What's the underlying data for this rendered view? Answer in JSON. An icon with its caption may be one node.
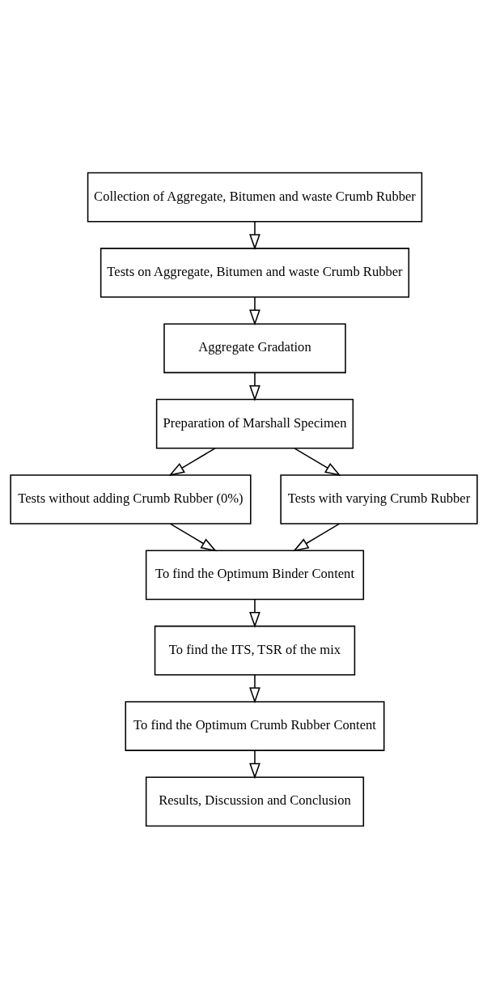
{
  "diagram": {
    "nodes": [
      {
        "text": [
          "Collection of Aggregate, Bitumen and waste Crumb Rubber"
        ]
      },
      {
        "text": [
          "Tests on Aggregate, Bitumen and waste Crumb Rubber"
        ]
      },
      {
        "text": [
          "Aggregate Gradation"
        ]
      },
      {
        "text": [
          "Preparation of Marshall Specimen"
        ]
      },
      {
        "text": [
          "Tests without adding Crumb Rubber (0%)"
        ]
      },
      {
        "text": [
          "Tests with varying Crumb Rubber"
        ]
      },
      {
        "text": [
          "To find the Optimum Binder Content"
        ]
      },
      {
        "text": [
          "To find the ITS, TSR of the mix"
        ]
      },
      {
        "text": [
          "To find the Optimum Crumb Rubber Content"
        ]
      },
      {
        "text": [
          "Results, Discussion and Conclusion"
        ]
      }
    ],
    "edges": [
      {
        "from": 0,
        "to": 1,
        "arrow": "to"
      },
      {
        "from": 1,
        "to": 2,
        "arrow": "to"
      },
      {
        "from": 2,
        "to": 3,
        "arrow": "to"
      },
      {
        "from": 3,
        "to": 4,
        "arrow": "to"
      },
      {
        "from": 3,
        "to": 5,
        "arrow": "to"
      },
      {
        "from": 4,
        "to": 6,
        "arrow": "to"
      },
      {
        "from": 5,
        "to": 6,
        "arrow": "to"
      },
      {
        "from": 6,
        "to": 7,
        "arrow": "to"
      },
      {
        "from": 7,
        "to": 8,
        "arrow": "to"
      },
      {
        "from": 8,
        "to": 9,
        "arrow": "to"
      }
    ]
  }
}
